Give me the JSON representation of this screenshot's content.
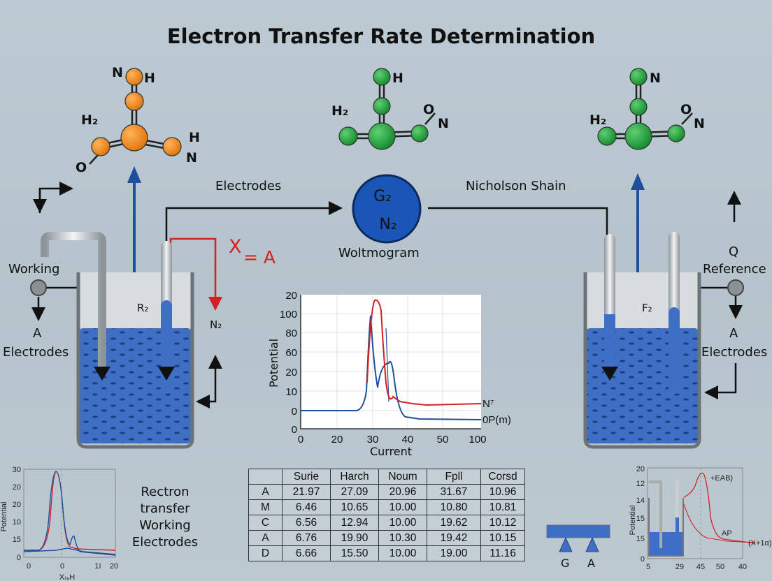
{
  "title": "Electron Transfer Rate Determination",
  "molecules": {
    "left": {
      "top": "N",
      "top_h": "H",
      "h2": "H₂",
      "right_h": "H",
      "right_n": "N",
      "o": "O",
      "color": "#f08a1c"
    },
    "middle": {
      "top_h": "H",
      "h2": "H₂",
      "o": "O",
      "n": "N",
      "color": "#1f9a3a"
    },
    "right": {
      "top_n": "N",
      "h2": "H₂",
      "o": "O",
      "n": "N",
      "color": "#1f9a3a"
    }
  },
  "labels": {
    "electrodes_top": "Electrodes",
    "nicholson": "Nicholson Shain",
    "circle_g": "G₂",
    "circle_n": "N₂",
    "woltmogram": "Woltmogram",
    "x_eq": "X",
    "eq_a": "= A",
    "working": "Working",
    "left_a": "A",
    "left_electrodes": "Electrodes",
    "r2": "R₂",
    "n2": "N₂",
    "f2": "F₂",
    "q": "Q",
    "reference": "Reference",
    "right_a": "A",
    "right_electrodes": "Electrodes",
    "rectron": [
      "Rectron",
      "transfer",
      "Working",
      "Electrodes"
    ],
    "g": "G",
    "a": "A"
  },
  "colors": {
    "liquid": "#3f6fc4",
    "circle": "#1a56b8",
    "red": "#d32020",
    "blue_arrow": "#1d4f9c"
  },
  "main_chart": {
    "ylabel": "Potential",
    "xlabel": "Current",
    "yticks": [
      "20",
      "100",
      "80",
      "60",
      "20",
      "10",
      "0",
      "0"
    ],
    "xticks": [
      "0",
      "20",
      "30",
      "40",
      "50",
      "100"
    ],
    "series_labels": [
      "N⁷",
      "0P(m)"
    ]
  },
  "left_chart": {
    "ylabel": "Potential",
    "xlabel": "X₍₆H",
    "yticks": [
      "30",
      "20",
      "20",
      "10",
      "15",
      "0"
    ],
    "xticks": [
      "0",
      "0",
      "1ї",
      "20"
    ]
  },
  "right_chart": {
    "ylabel": "Potential",
    "yticks": [
      "20",
      "12",
      "14",
      "15",
      "15",
      "0"
    ],
    "xticks": [
      "5",
      "29",
      "45",
      "50",
      "40"
    ],
    "annotations": [
      "+EAB)",
      "AP",
      "(X+1α)"
    ]
  },
  "table": {
    "headers": [
      "",
      "Surie",
      "Harch",
      "Noum",
      "Fpll",
      "Corsd"
    ],
    "rows": [
      [
        "A",
        "21.97",
        "27.09",
        "20.96",
        "31.67",
        "10.96"
      ],
      [
        "M",
        "6.46",
        "10.65",
        "10.00",
        "10.80",
        "10.81"
      ],
      [
        "C",
        "6.56",
        "12.94",
        "10.00",
        "19.62",
        "10.12"
      ],
      [
        "A",
        "6.76",
        "19.90",
        "10.30",
        "19.42",
        "10.15"
      ],
      [
        "D",
        "6.66",
        "15.50",
        "10.00",
        "19.00",
        "11.16"
      ]
    ]
  }
}
